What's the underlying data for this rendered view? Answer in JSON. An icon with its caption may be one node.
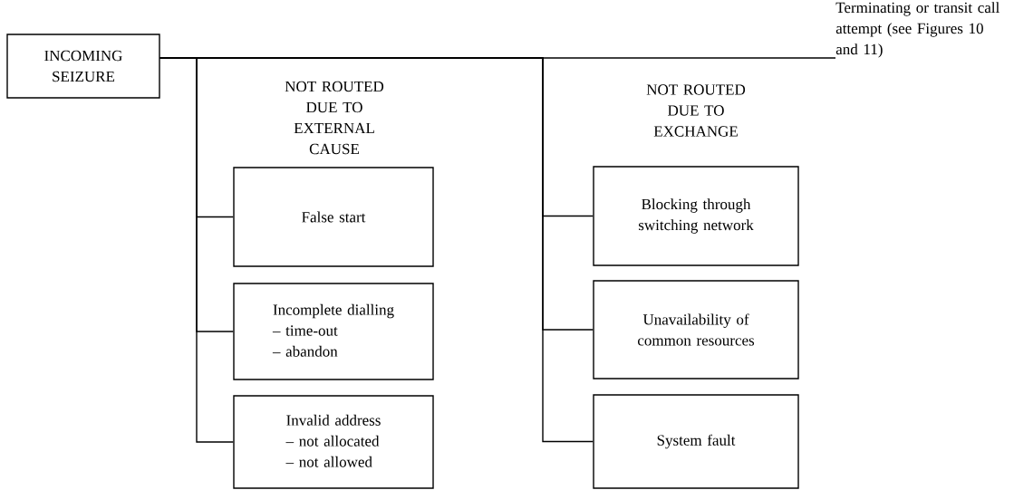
{
  "diagram": {
    "nodes": [
      {
        "text": [
          "INCOMING SEIZURE"
        ]
      },
      {
        "text": [
          "False start"
        ]
      },
      {
        "text": [
          "Incomplete dialling",
          "– time-out",
          "– abandon"
        ]
      },
      {
        "text": [
          "Invalid address",
          "– not allocated",
          "– not allowed"
        ]
      },
      {
        "text": [
          "Blocking through switching network"
        ]
      },
      {
        "text": [
          "Unavailability of common resources"
        ]
      },
      {
        "text": [
          "System fault"
        ]
      },
      {
        "text": [
          "Terminating or transit call attempt (see Figures 10 and 11)"
        ]
      }
    ],
    "edges": [
      {
        "from": 0,
        "to": 1,
        "arrow": "none"
      },
      {
        "from": 0,
        "to": 2,
        "arrow": "none"
      },
      {
        "from": 0,
        "to": 3,
        "arrow": "none"
      },
      {
        "from": 0,
        "to": 4,
        "arrow": "none"
      },
      {
        "from": 0,
        "to": 5,
        "arrow": "none"
      },
      {
        "from": 0,
        "to": 6,
        "arrow": "none"
      },
      {
        "from": 0,
        "to": 7,
        "arrow": "none"
      }
    ],
    "labels": [
      "NOT ROUTED DUE TO EXTERNAL CAUSE",
      "NOT ROUTED DUE TO EXCHANGE"
    ]
  }
}
